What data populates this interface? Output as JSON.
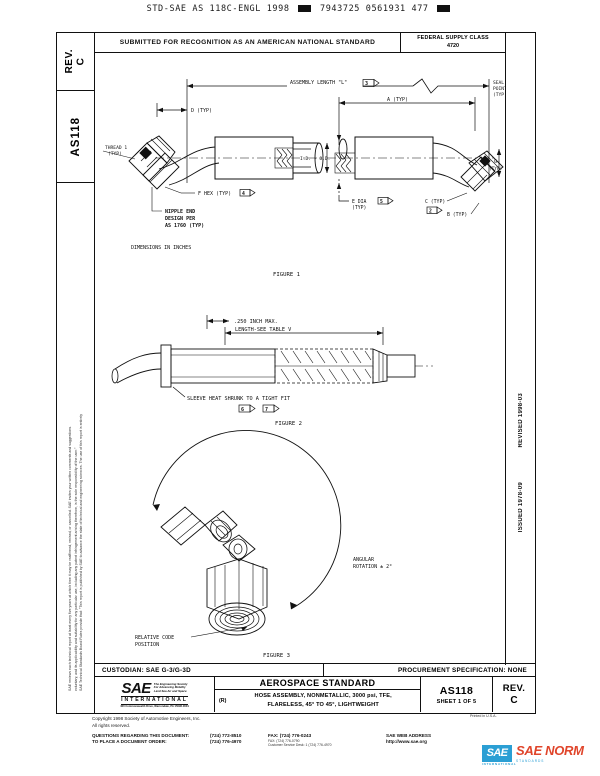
{
  "scan_header": {
    "text_left": "STD-SAE AS 118C-ENGL 1998",
    "code": "7943725 0561931 477"
  },
  "spine_left": {
    "rev_label": "REV.",
    "rev_value": "C",
    "doc_number": "AS118",
    "legal_line_1": "SAE Technical Standards Board Rules provide that: \"This report is published by SAE to advance the state of technical and engineering sciences. The use of this report is entirely",
    "legal_line_2": "voluntary, and its applicability and suitability for any particular use, including any patent infringement arising therefrom, is the sole responsibility of the user.\"",
    "legal_line_3": "SAE reviews each technical report at least every five years at which time it may be reaffirmed, revised, or cancelled. SAE invites your written comments and suggestions."
  },
  "spine_right": {
    "revised": "REVISED 1998-03",
    "issued": "ISSUED 1978-09"
  },
  "banner": {
    "submitted_text": "SUBMITTED FOR RECOGNITION AS AN AMERICAN NATIONAL STANDARD",
    "fsc_label": "FEDERAL SUPPLY CLASS",
    "fsc_value": "4720"
  },
  "figure1": {
    "caption": "FIGURE 1",
    "assembly_length": "ASSEMBLY LENGTH \"L\"",
    "assembly_length_note": "3",
    "seal_point": "SEAL",
    "seal_point2": "POINT",
    "seal_point3": "(TYP)",
    "dim_d": "D (TYP)",
    "dim_a": "A (TYP)",
    "thread1": "THREAD 1",
    "thread1_typ": "(TYP)",
    "id_od": "I.D. - O.D.",
    "dim_e": "E DIA",
    "dim_e_typ": "(TYP)",
    "dim_e_note": "5",
    "dim_f": "F HEX (TYP)",
    "dim_f_note": "4",
    "dim_g": "G",
    "dim_g_typ": "(TYP)",
    "dim_c": "C (TYP)",
    "dim_c_note": "2",
    "dim_b": "B (TYP)",
    "nipple_l1": "NIPPLE END",
    "nipple_l2": "DESIGN PER",
    "nipple_l3": "AS 1760 (TYP)",
    "units_note": "DIMENSIONS IN INCHES"
  },
  "figure2": {
    "caption": "FIGURE 2",
    "max_len": ".250 INCH MAX.",
    "table_len": "LENGTH-SEE TABLE V",
    "sleeve_note": "SLEEVE HEAT SHRUNK TO A TIGHT FIT",
    "note_a": "6",
    "note_b": "7"
  },
  "figure3": {
    "caption": "FIGURE 3",
    "angular_l1": "ANGULAR",
    "angular_l2": "ROTATION ± 2°",
    "relative_l1": "RELATIVE CODE",
    "relative_l2": "POSITION"
  },
  "title_block": {
    "custodian": "CUSTODIAN: SAE G-3/G-3D",
    "procurement": "PROCUREMENT SPECIFICATION: NONE",
    "standard_title": "AEROSPACE STANDARD",
    "revision_mark": "(R)",
    "description_line1": "HOSE ASSEMBLY, NONMETALLIC, 3000 psi, TFE,",
    "description_line2": "FLARELESS, 45° TO 45°, LIGHTWEIGHT",
    "doc_number": "AS118",
    "sheet": "SHEET 1 OF 5",
    "rev_label": "REV.",
    "rev_value": "C",
    "logo_mark": "SAE",
    "logo_tag_l1": "The Engineering Society",
    "logo_tag_l2": "For Advancing Mobility",
    "logo_tag_l3": "Land Sea Air and Space",
    "logo_international": "INTERNATIONAL",
    "logo_address": "400 Commonwealth Drive, Warrendale, PA 15096-0001"
  },
  "footer": {
    "copyright_l1": "Copyright 1998 Society of Automotive Engineers, Inc.",
    "copyright_l2": "All rights reserved.",
    "questions_label": "QUESTIONS REGARDING THIS DOCUMENT:",
    "questions_phone": "(724) 772-8510",
    "order_label": "TO PLACE A DOCUMENT ORDER:",
    "order_phone": "(724) 776-4970",
    "fax_label": "FAX: (724) 776-0243",
    "fax_sub_l1": "FAX: (724) 776-0790",
    "fax_sub_l2": "Customer Service Desk: 1 (724) 776-4970",
    "web_label": "SAE WEB ADDRESS",
    "web_url": "http://www.sae.org",
    "printed": "Printed in U.S.A."
  },
  "watermark": {
    "badge": "SAE",
    "title": "SAE NORM",
    "sub": "STANDARDS",
    "intl": "INTERNATIONAL"
  }
}
